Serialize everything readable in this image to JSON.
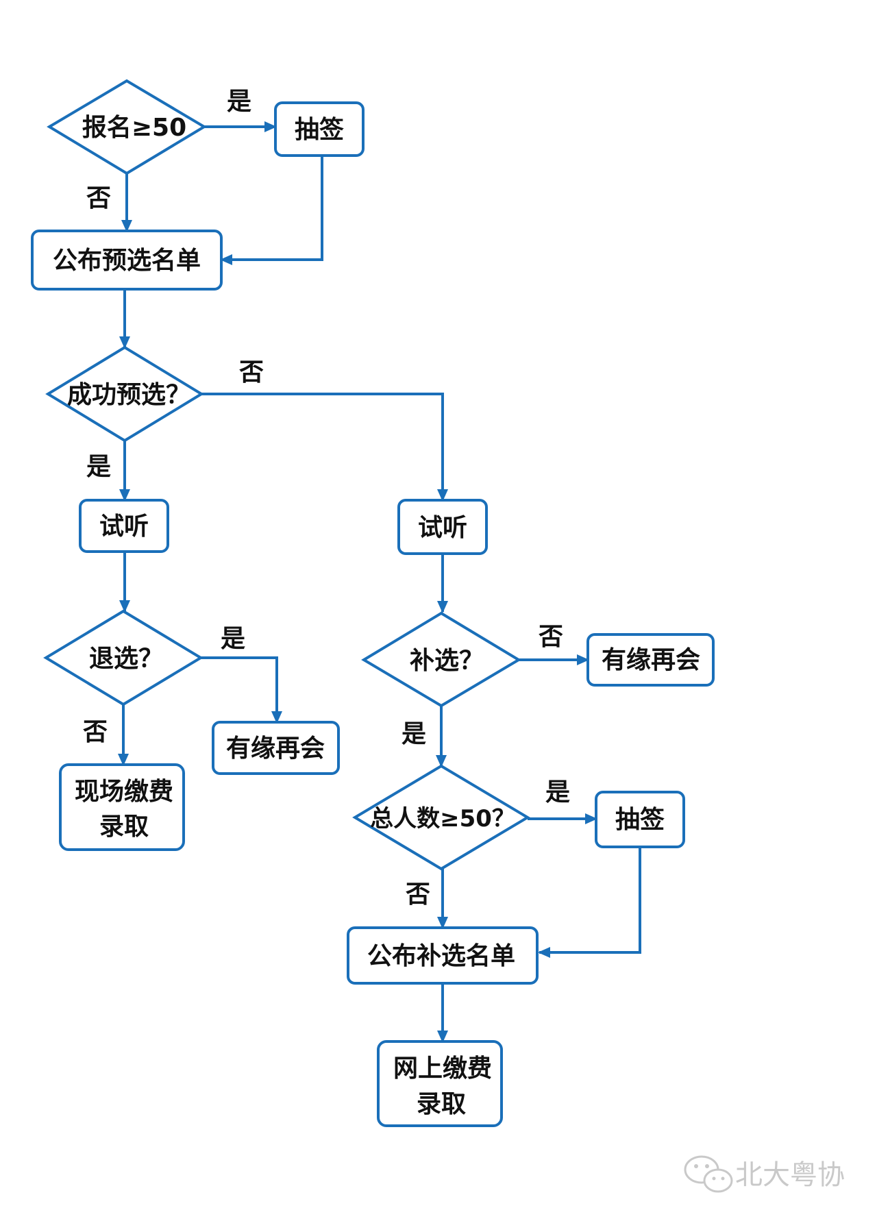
{
  "colors": {
    "line": "#1a6fb9",
    "text": "#111111",
    "watermark": "#c9c9c9"
  },
  "nodes": {
    "decision_signup": "报名≥50",
    "lottery_1": "抽签",
    "publish_preselect": "公布预选名单",
    "decision_preselect": "成功预选？",
    "audition_left": "试听",
    "audition_right": "试听",
    "decision_withdraw": "退选？",
    "see_you_left": "有缘再会",
    "onsite_pay_line1": "现场缴费",
    "onsite_pay_line2": "录取",
    "decision_supplement": "补选？",
    "see_you_right": "有缘再会",
    "decision_total": "总人数≥50？",
    "lottery_2": "抽签",
    "publish_supplement": "公布补选名单",
    "online_pay_line1": "网上缴费",
    "online_pay_line2": "录取"
  },
  "edges": {
    "signup_yes": "是",
    "signup_no": "否",
    "preselect_no": "否",
    "preselect_yes": "是",
    "withdraw_yes": "是",
    "withdraw_no": "否",
    "supplement_no": "否",
    "supplement_yes": "是",
    "total_yes": "是",
    "total_no": "否"
  },
  "watermark": {
    "text": "北大粤协",
    "icon": "wechat-icon"
  }
}
